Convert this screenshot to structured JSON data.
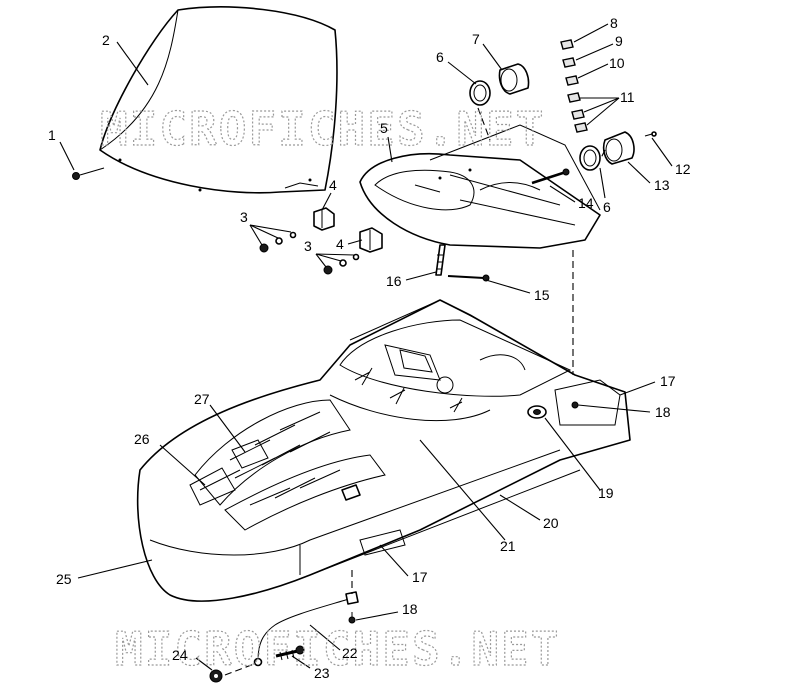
{
  "watermark": {
    "text": "MICROFICHES.NET"
  },
  "callouts": [
    {
      "id": "c1",
      "label": "1"
    },
    {
      "id": "c2",
      "label": "2"
    },
    {
      "id": "c3a",
      "label": "3"
    },
    {
      "id": "c3b",
      "label": "3"
    },
    {
      "id": "c4a",
      "label": "4"
    },
    {
      "id": "c4b",
      "label": "4"
    },
    {
      "id": "c5",
      "label": "5"
    },
    {
      "id": "c6a",
      "label": "6"
    },
    {
      "id": "c6b",
      "label": "6"
    },
    {
      "id": "c7",
      "label": "7"
    },
    {
      "id": "c8",
      "label": "8"
    },
    {
      "id": "c9",
      "label": "9"
    },
    {
      "id": "c10",
      "label": "10"
    },
    {
      "id": "c11",
      "label": "11"
    },
    {
      "id": "c12",
      "label": "12"
    },
    {
      "id": "c13",
      "label": "13"
    },
    {
      "id": "c14",
      "label": "14"
    },
    {
      "id": "c15",
      "label": "15"
    },
    {
      "id": "c16",
      "label": "16"
    },
    {
      "id": "c17a",
      "label": "17"
    },
    {
      "id": "c17b",
      "label": "17"
    },
    {
      "id": "c18a",
      "label": "18"
    },
    {
      "id": "c18b",
      "label": "18"
    },
    {
      "id": "c19",
      "label": "19"
    },
    {
      "id": "c20",
      "label": "20"
    },
    {
      "id": "c21",
      "label": "21"
    },
    {
      "id": "c22",
      "label": "22"
    },
    {
      "id": "c23",
      "label": "23"
    },
    {
      "id": "c24",
      "label": "24"
    },
    {
      "id": "c25",
      "label": "25"
    },
    {
      "id": "c26",
      "label": "26"
    },
    {
      "id": "c27",
      "label": "27"
    }
  ]
}
